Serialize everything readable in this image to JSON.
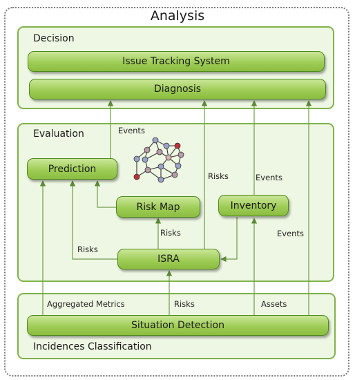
{
  "title": "Analysis",
  "panels": {
    "decision": "Decision",
    "evaluation": "Evaluation",
    "incidences": "Incidences Classification"
  },
  "boxes": {
    "issue_tracking": "Issue Tracking System",
    "diagnosis": "Diagnosis",
    "prediction": "Prediction",
    "risk_map": "Risk Map",
    "inventory": "Inventory",
    "isra": "ISRA",
    "situation_detection": "Situation Detection"
  },
  "edge_labels": {
    "events_prediction": "Events",
    "risks_right": "Risks",
    "events_inventory": "Events",
    "events_right": "Events",
    "risks_riskmap": "Risks",
    "risks_left": "Risks",
    "aggregated_metrics": "Aggregated Metrics",
    "risks_bottom": "Risks",
    "assets": "Assets"
  },
  "colors": {
    "box_fill": "#9fcd57",
    "panel_fill": "#eef7e3",
    "panel_border": "#7fb24a",
    "line": "#6f9d47"
  }
}
